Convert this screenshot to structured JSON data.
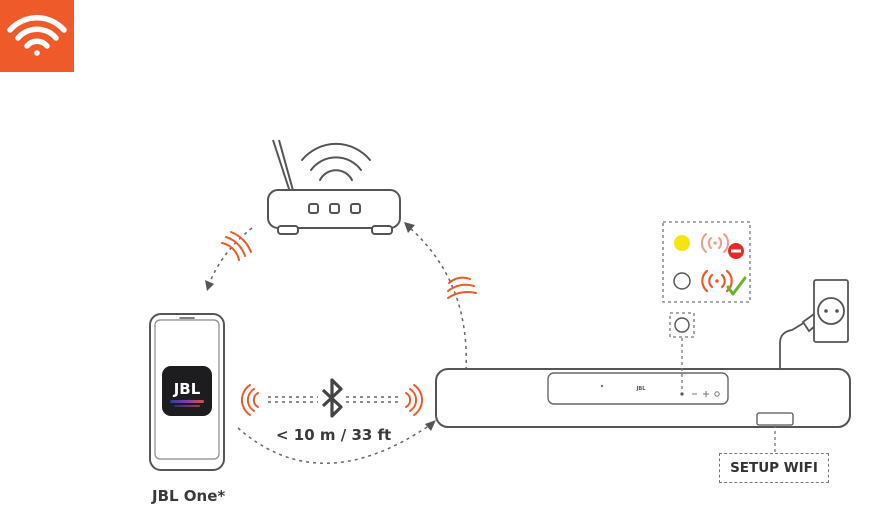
{
  "badge": {
    "icon": "wifi-icon",
    "color": "#ef5a2a"
  },
  "phone": {
    "app_icon": "jbl-one-app-icon",
    "brand_text": "JBL",
    "label": "JBL One*"
  },
  "router": {
    "icon": "router-icon"
  },
  "bluetooth": {
    "icon": "bluetooth-icon",
    "distance": "< 10 m / 33 ft"
  },
  "soundbar": {
    "logo": "JBL",
    "setup_button_label": "SETUP WIFI"
  },
  "status_legend": [
    {
      "led": "yellow",
      "meaning": "wifi-not-connected",
      "status_icon": "no-entry-icon"
    },
    {
      "led": "off",
      "meaning": "wifi-connected",
      "status_icon": "checkmark-icon"
    }
  ],
  "colors": {
    "accent": "#ef5a2a",
    "line": "#555555",
    "led_yellow": "#f4e40f",
    "error_red": "#e12a2a",
    "ok_green": "#6ab42c"
  }
}
